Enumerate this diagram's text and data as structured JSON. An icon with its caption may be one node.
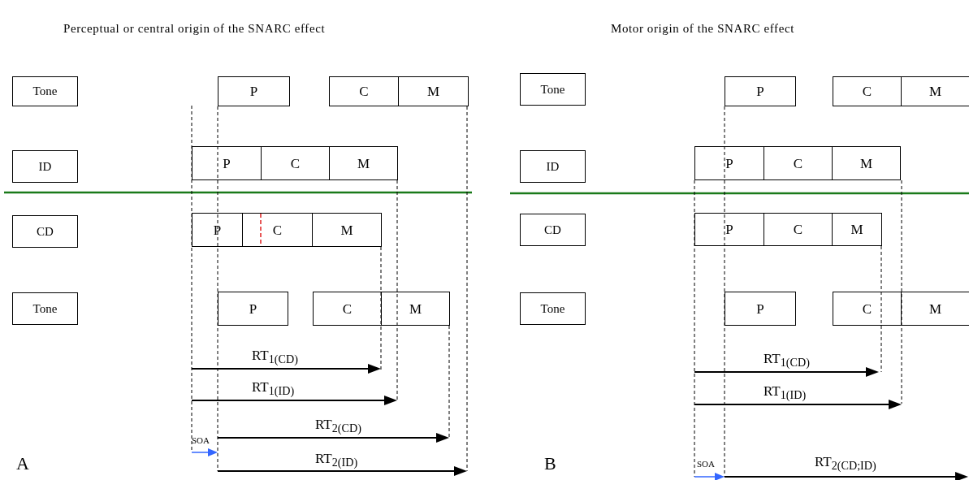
{
  "diagram": {
    "nodes": [
      {
        "text": [
          "Tone"
        ]
      },
      {
        "text": [
          "P"
        ]
      },
      {
        "text": [
          "C"
        ]
      },
      {
        "text": [
          "M"
        ]
      },
      {
        "text": [
          "ID"
        ]
      },
      {
        "text": [
          "P"
        ]
      },
      {
        "text": [
          "C"
        ]
      },
      {
        "text": [
          "M"
        ]
      },
      {
        "text": [
          "CD"
        ]
      },
      {
        "text": [
          "P"
        ]
      },
      {
        "text": [
          "C"
        ]
      },
      {
        "text": [
          "M"
        ]
      },
      {
        "text": [
          "Tone"
        ]
      },
      {
        "text": [
          "P"
        ]
      },
      {
        "text": [
          "C"
        ]
      },
      {
        "text": [
          "M"
        ]
      },
      {
        "text": [
          "Tone"
        ]
      },
      {
        "text": [
          "P"
        ]
      },
      {
        "text": [
          "C"
        ]
      },
      {
        "text": [
          "M"
        ]
      },
      {
        "text": [
          "ID"
        ]
      },
      {
        "text": [
          "P"
        ]
      },
      {
        "text": [
          "C"
        ]
      },
      {
        "text": [
          "M"
        ]
      },
      {
        "text": [
          "CD"
        ]
      },
      {
        "text": [
          "P"
        ]
      },
      {
        "text": [
          "C"
        ]
      },
      {
        "text": [
          "M"
        ]
      },
      {
        "text": [
          "Tone"
        ]
      },
      {
        "text": [
          "P"
        ]
      },
      {
        "text": [
          "C"
        ]
      },
      {
        "text": [
          "M"
        ]
      }
    ],
    "edges": [],
    "labels": [
      "Perceptual or central origin of the SNARC effect",
      "Motor origin of the SNARC effect",
      "RT$_{1(CD)}$",
      "RT$_{1(ID)}$",
      "SOA",
      "RT$_{2(CD)}$",
      "A",
      "RT$_{2(ID)}$",
      "RT$_{1(CD)}$",
      "RT$_{1(ID)}$",
      "B",
      "SOA",
      "RT$_{2(CD;ID)}$"
    ]
  }
}
